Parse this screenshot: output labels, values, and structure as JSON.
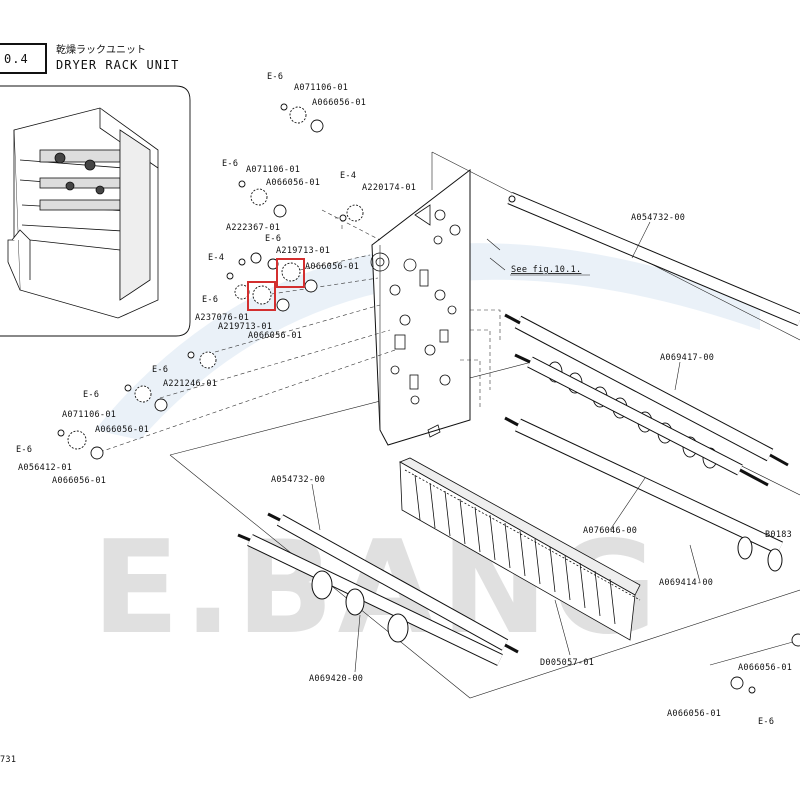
{
  "header": {
    "section_number": "0.4",
    "title_jp": "乾燥ラックユニット",
    "title_en": "DRYER RACK UNIT"
  },
  "watermark": {
    "text": "E.BANG",
    "color": "#c8c8c8"
  },
  "highlight_color": "#d32f2f",
  "reference_note": "See fig.10.1.",
  "page_footer": "731",
  "labels": {
    "e6_a": "E-6",
    "a071106_a": "A071106-01",
    "a066056_a": "A066056-01",
    "e6_b": "E-6",
    "a071106_b": "A071106-01",
    "a066056_b": "A066056-01",
    "e4_a": "E-4",
    "a220174": "A220174-01",
    "a222367": "A222367-01",
    "e6_c": "E-6",
    "e4_b": "E-4",
    "a219713_a": "A219713-01",
    "a066056_c": "A066056-01",
    "e6_d": "E-6",
    "a237076": "A237076-01",
    "a219713_b": "A219713-01",
    "a066056_d": "A066056-01",
    "e6_e": "E-6",
    "a221246": "A221246-01",
    "e6_f": "E-6",
    "a071106_c": "A071106-01",
    "a066056_e": "A066056-01",
    "e6_g": "E-6",
    "a056412": "A056412-01",
    "a066056_f": "A066056-01",
    "a054732_top": "A054732-00",
    "a069417": "A069417-00",
    "b0183": "B0183",
    "a076046": "A076046-00",
    "a069414": "A069414-00",
    "a054732_low": "A054732-00",
    "a069420": "A069420-00",
    "d005057": "D005057-01",
    "a066056_g": "A066056-01",
    "a066056_h": "A066056-01",
    "e6_h": "E-6"
  }
}
